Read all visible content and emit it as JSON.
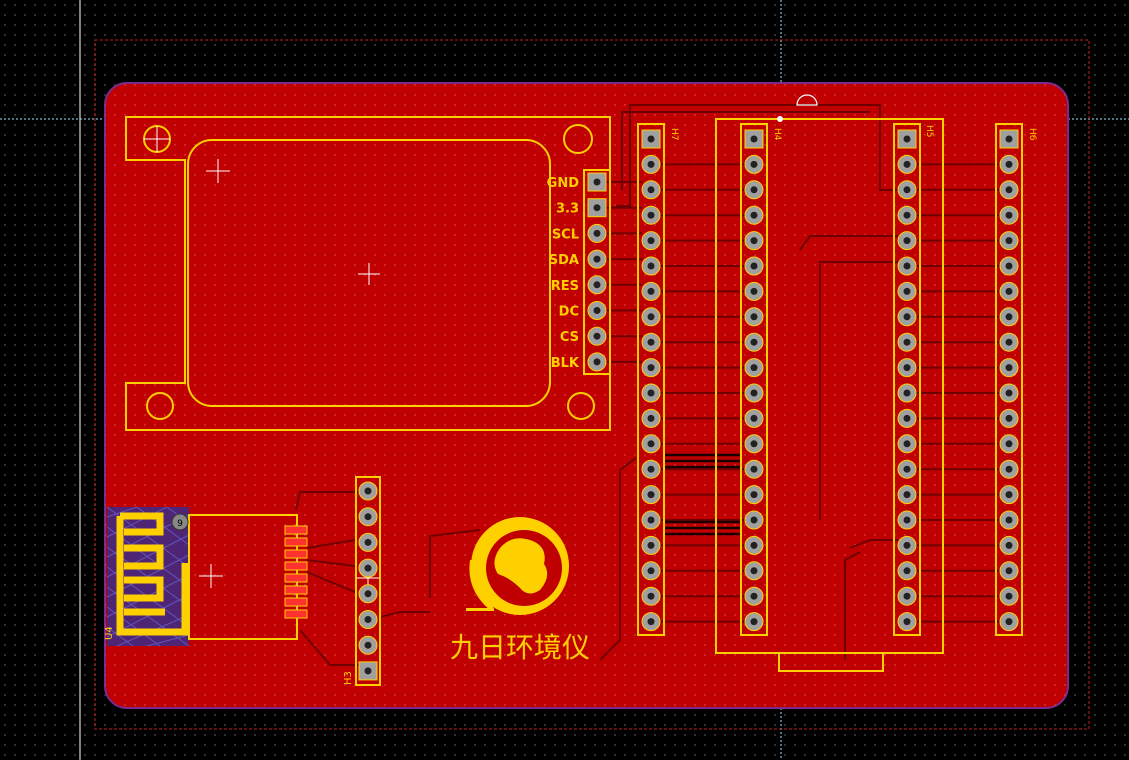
{
  "colors": {
    "canvas": "#000000",
    "board": "#c00000",
    "board_outline": "#7a2a8c",
    "silkscreen": "#ffd000",
    "pad": "#a0a0a0",
    "trace": "#8a0000",
    "guide": "#9fe8ff",
    "keepout": "#c02020"
  },
  "lcd": {
    "pins": [
      "GND",
      "3.3",
      "SCL",
      "SDA",
      "RES",
      "DC",
      "CS",
      "BLK"
    ]
  },
  "headers": {
    "h7": "H7",
    "h4": "H4",
    "h5": "H5",
    "h6": "H6",
    "h3": "H3",
    "u4": "U4",
    "u4_pin": "9"
  },
  "logo_text": "九日环境仪",
  "icons": [
    "mounting-hole-icon",
    "crosshair-icon",
    "globe-logo-icon",
    "wifi-antenna-icon"
  ]
}
